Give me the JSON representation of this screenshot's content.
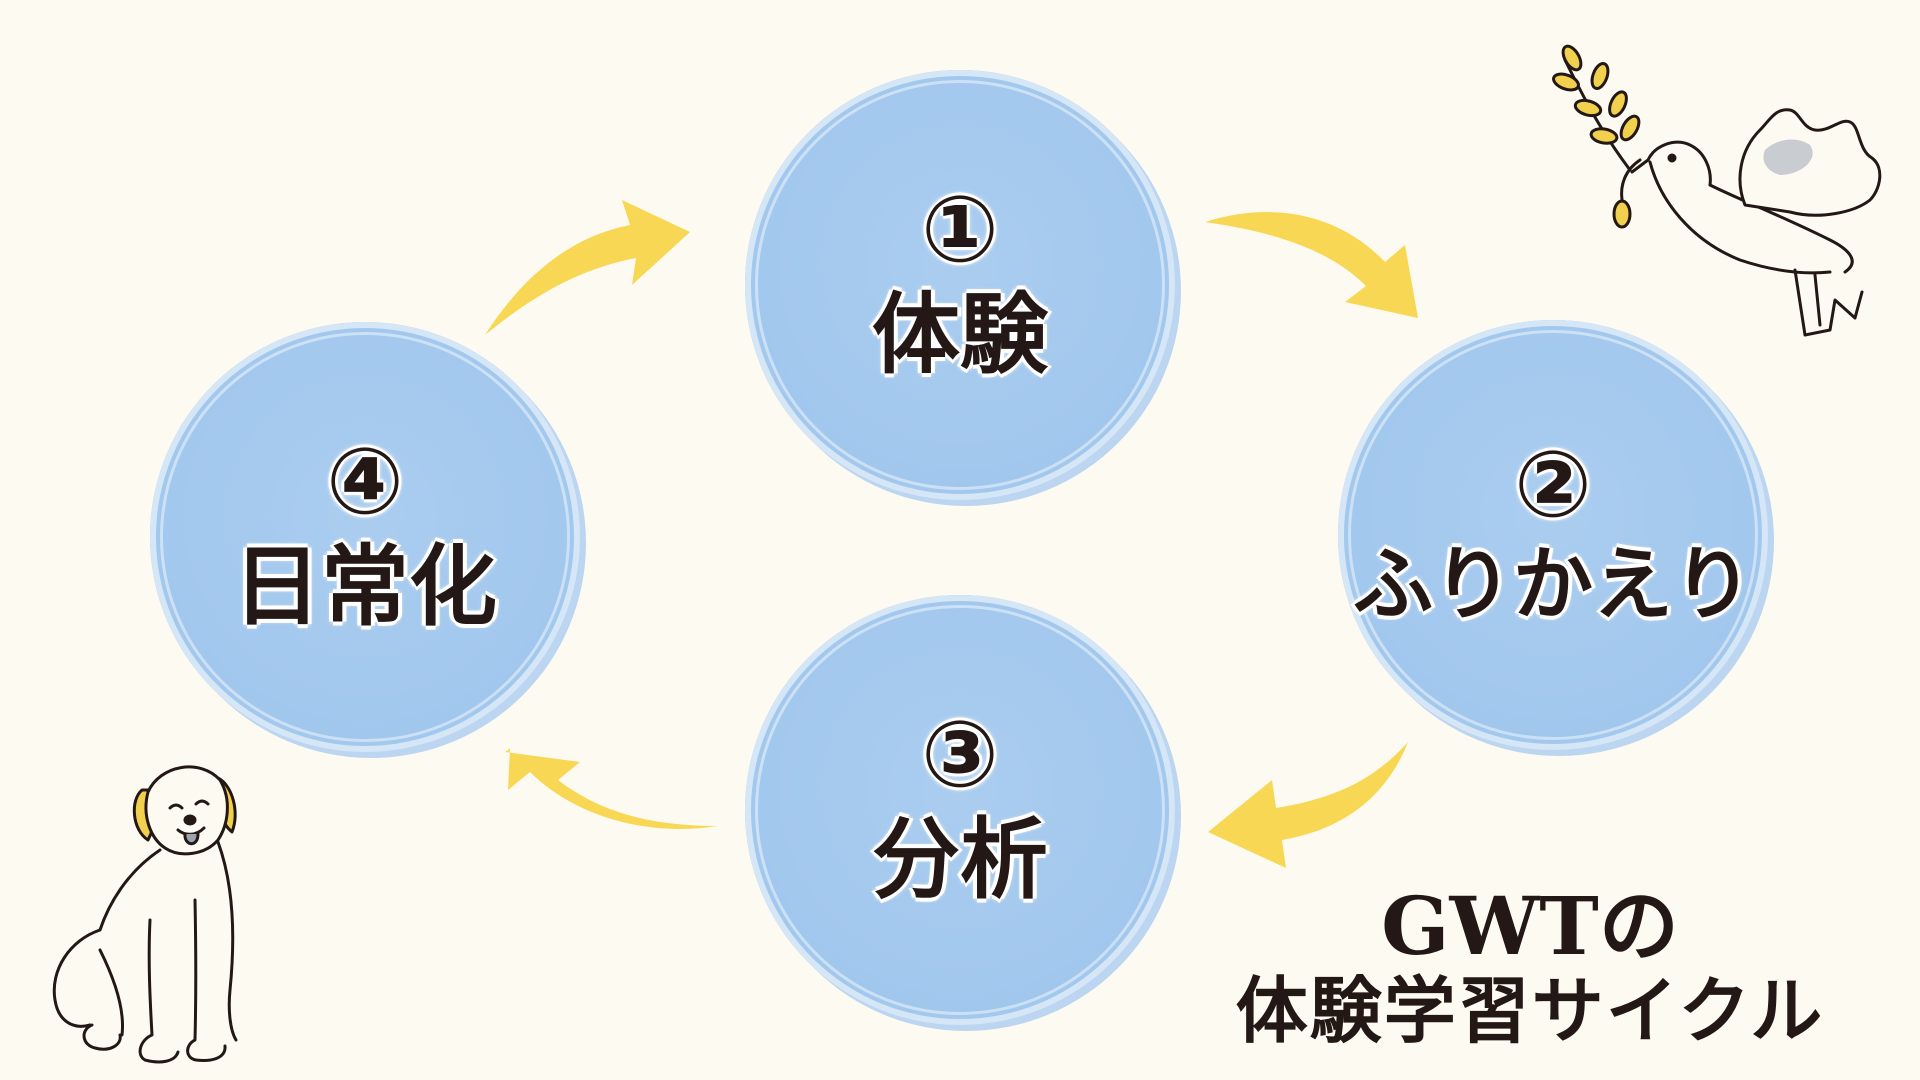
{
  "steps": [
    {
      "number": "①",
      "label": "体験"
    },
    {
      "number": "②",
      "label": "ふりかえり"
    },
    {
      "number": "③",
      "label": "分析"
    },
    {
      "number": "④",
      "label": "日常化"
    }
  ],
  "title": {
    "line1": "GWTの",
    "line2": "体験学習サイクル"
  },
  "colors": {
    "background": "#fdfbf1",
    "circle": "#a3c8ee",
    "arrow": "#f8d755",
    "text": "#231815"
  },
  "icons": [
    "dove-with-olive-branch-icon",
    "sitting-dog-icon"
  ]
}
